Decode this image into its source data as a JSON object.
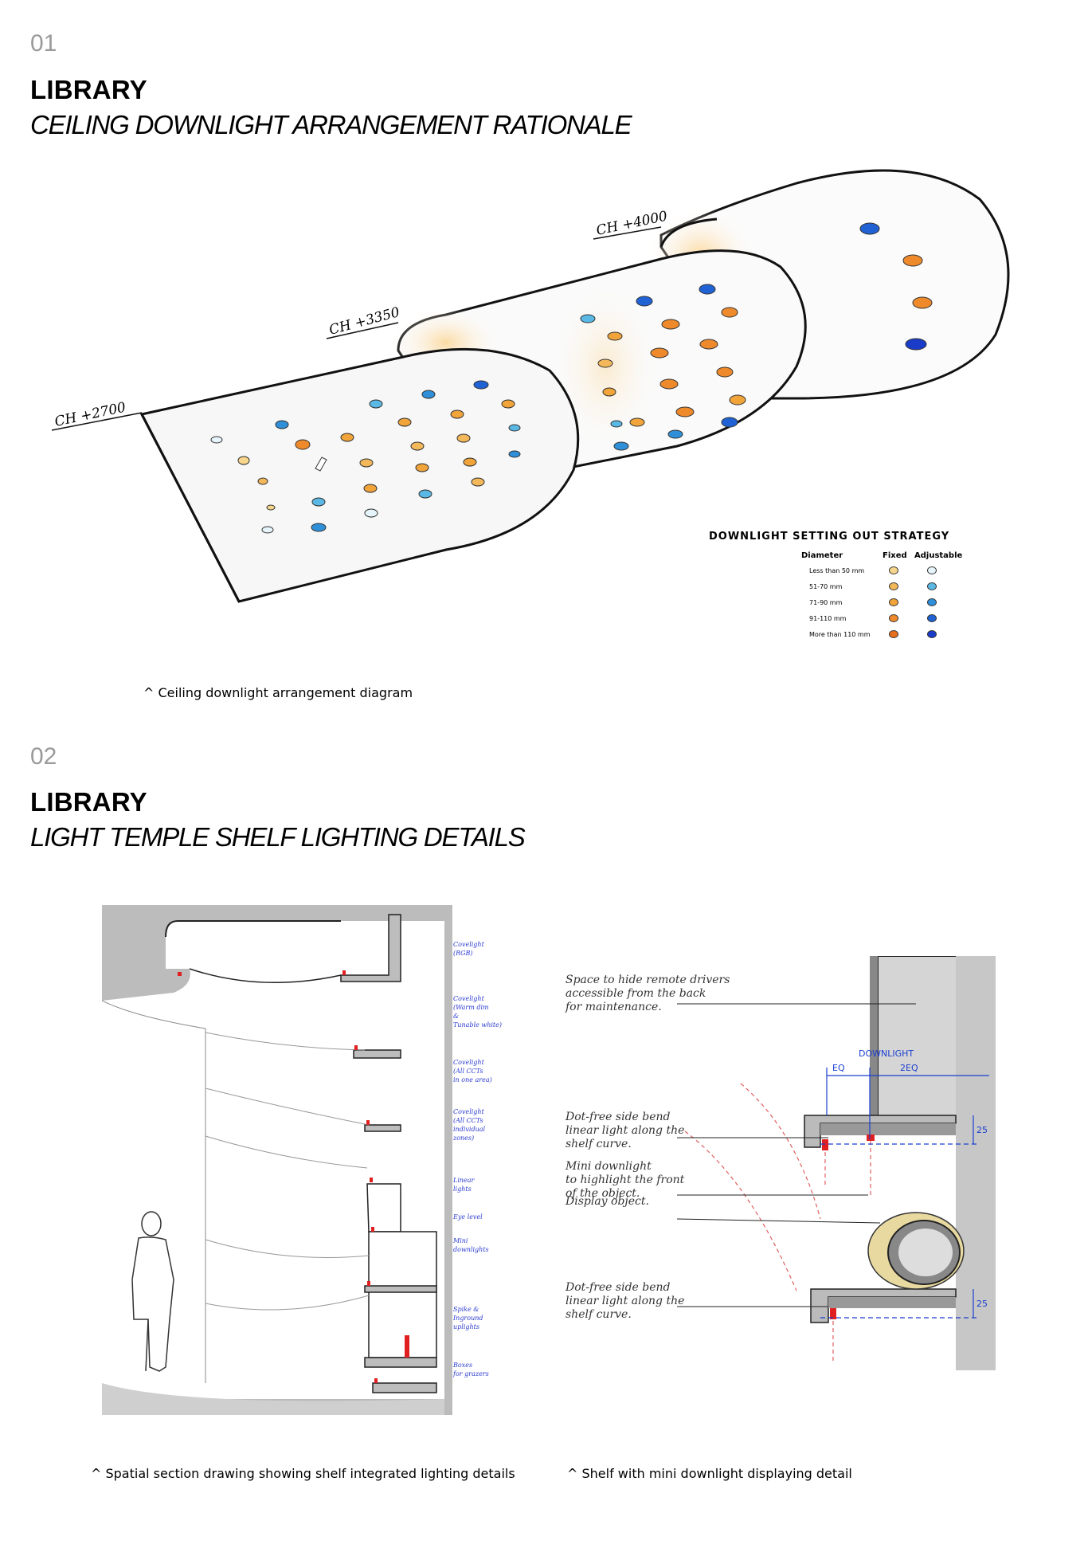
{
  "section1": {
    "number": "01",
    "title": "LIBRARY",
    "subtitle": "CEILING DOWNLIGHT ARRANGEMENT RATIONALE",
    "caption": "^ Ceiling downlight arrangement diagram",
    "ceiling_heights": [
      "CH +2700",
      "CH +3350",
      "CH +4000"
    ],
    "legend": {
      "title": "DOWNLIGHT SETTING OUT STRATEGY",
      "col_diameter": "Diameter",
      "col_fixed": "Fixed",
      "col_adjustable": "Adjustable",
      "rows": [
        {
          "label": "Less than 50 mm",
          "fixed": "#f7d58a",
          "adjustable": "#e6f4fb"
        },
        {
          "label": "51-70 mm",
          "fixed": "#f3b85a",
          "adjustable": "#5ab8e4"
        },
        {
          "label": "71-90 mm",
          "fixed": "#f0a43a",
          "adjustable": "#2f8fd8"
        },
        {
          "label": "91-110 mm",
          "fixed": "#ee8a2c",
          "adjustable": "#2062d4"
        },
        {
          "label": "More than 110 mm",
          "fixed": "#e86f1e",
          "adjustable": "#1a3cc9"
        }
      ]
    }
  },
  "section2": {
    "number": "02",
    "title": "LIBRARY",
    "subtitle": "LIGHT TEMPLE SHELF LIGHTING DETAILS",
    "left_caption": "^ Spatial section drawing showing shelf integrated lighting details",
    "right_caption": "^ Shelf with mini downlight displaying detail",
    "left_annotations": [
      {
        "lines": [
          "Covelight",
          "(RGB)"
        ]
      },
      {
        "lines": [
          "Covelight",
          "(Warm dim",
          "&",
          "Tunable white)"
        ]
      },
      {
        "lines": [
          "Covelight",
          "(All CCTs",
          "in one area)"
        ]
      },
      {
        "lines": [
          "Covelight",
          "(All CCTs",
          "individual",
          "zones)"
        ]
      },
      {
        "lines": [
          "Linear",
          "lights"
        ]
      },
      {
        "lines": [
          "Eye level"
        ]
      },
      {
        "lines": [
          "Mini",
          "downlights"
        ]
      },
      {
        "lines": [
          "Spike &",
          "Inground",
          "uplights"
        ]
      },
      {
        "lines": [
          "Boxes",
          "for grazers"
        ]
      }
    ],
    "right_annotations": [
      {
        "lines": [
          "Space to hide remote drivers",
          "accessible from the back",
          "for maintenance."
        ]
      },
      {
        "lines": [
          "Dot-free side bend",
          "linear light along the",
          "shelf curve."
        ]
      },
      {
        "lines": [
          "Mini downlight",
          "to highlight the front",
          "of the object."
        ]
      },
      {
        "lines": [
          "Display object."
        ]
      },
      {
        "lines": [
          "Dot-free side bend",
          "linear light along the",
          "shelf curve."
        ]
      }
    ],
    "dimensions": {
      "eq": "EQ",
      "downlight": "DOWNLIGHT",
      "two_eq": "2EQ",
      "gap_top": "25",
      "gap_bottom": "25"
    }
  }
}
